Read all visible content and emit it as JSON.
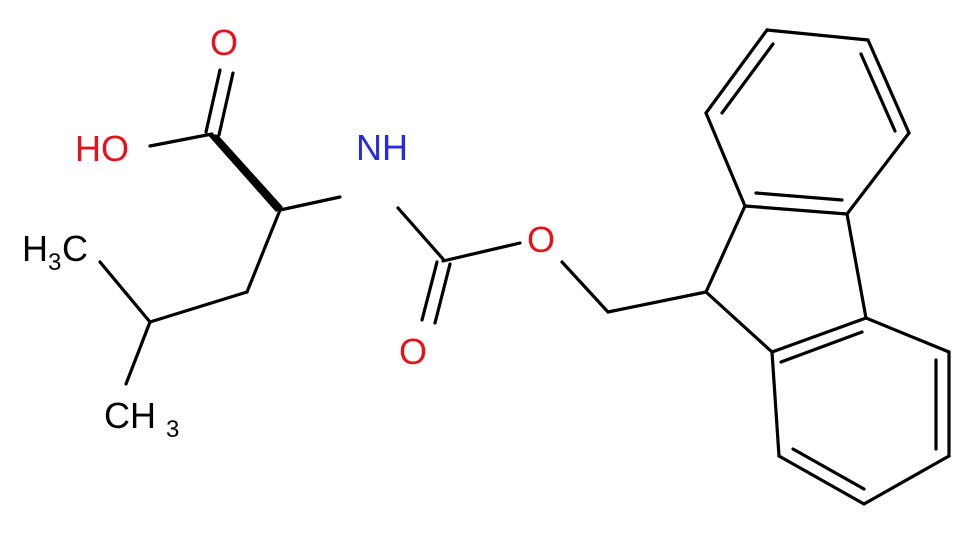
{
  "molecule": {
    "colors": {
      "oxygen": "#e8101b",
      "nitrogen": "#2929e0",
      "carbon": "#000000"
    },
    "labels": {
      "carbonyl_o_acid": "O",
      "hydroxyl": "HO",
      "nh": "NH",
      "ester_o": "O",
      "carbonyl_o_carbamate": "O",
      "methyl_upper_h": "H",
      "methyl_upper_sub": "3",
      "methyl_upper_c": "C",
      "methyl_lower_c": "CH",
      "methyl_lower_sub": "3"
    }
  }
}
